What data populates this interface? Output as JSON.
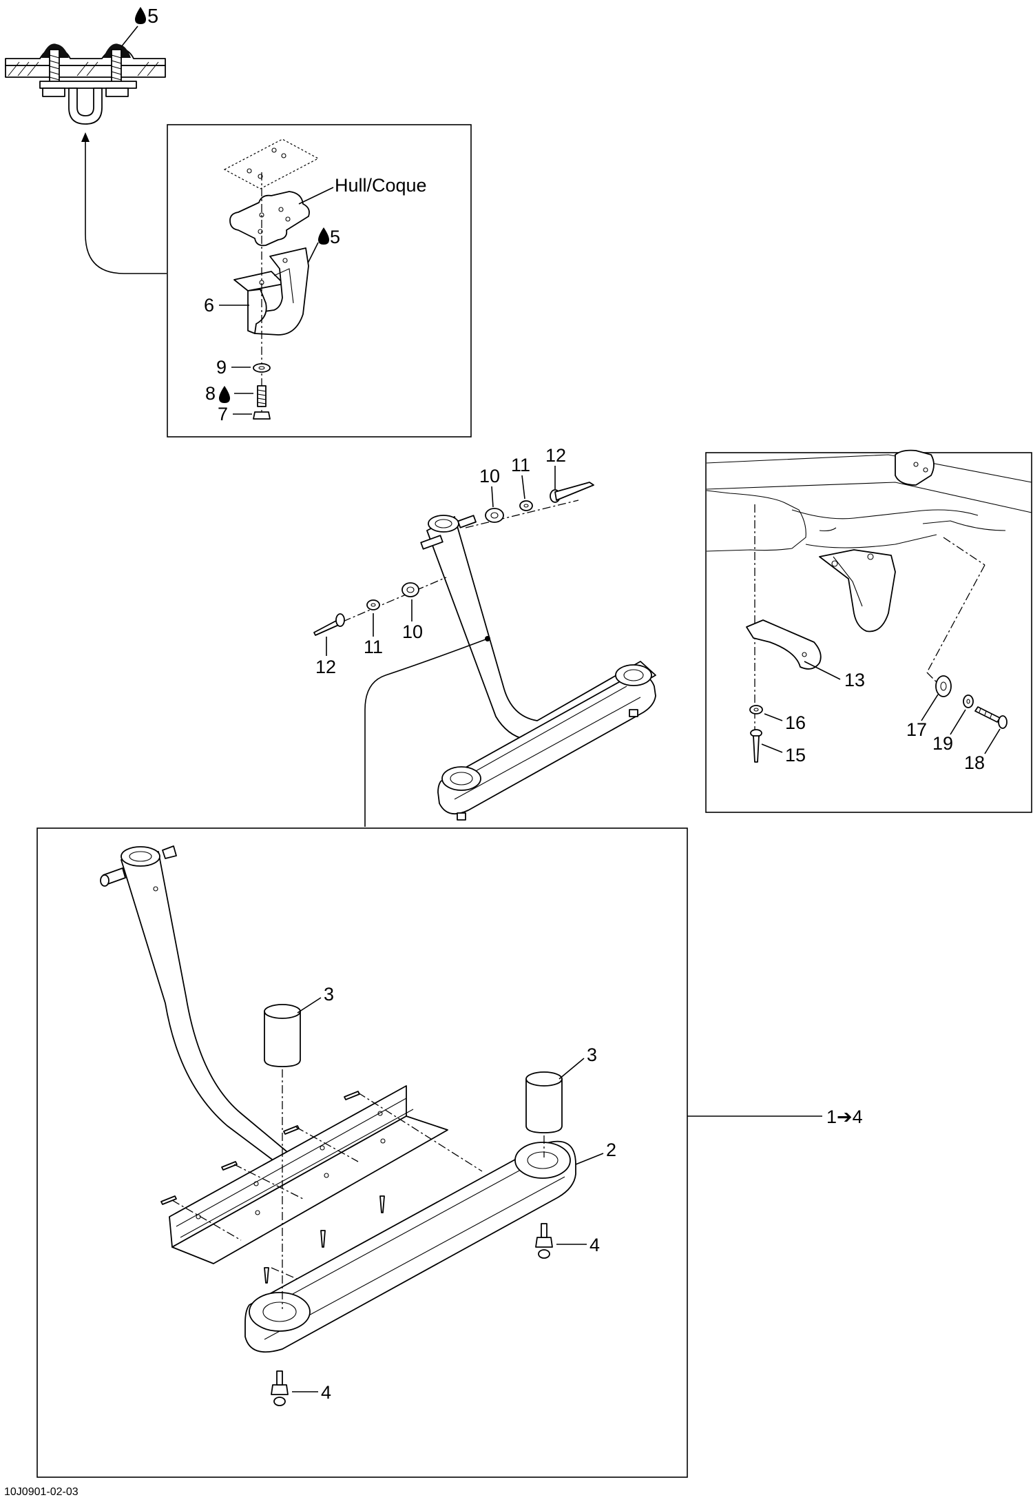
{
  "callouts": {
    "five_top": "5",
    "hull": "Hull/Coque",
    "five_inset": "5",
    "six": "6",
    "nine": "9",
    "eight": "8",
    "seven": "7",
    "ten_a": "10",
    "eleven_a": "11",
    "twelve_a": "12",
    "twelve_b": "12",
    "eleven_b": "11",
    "ten_b": "10",
    "thirteen": "13",
    "sixteen": "16",
    "fifteen": "15",
    "seventeen": "17",
    "nineteen": "19",
    "eighteen": "18",
    "three_a": "3",
    "three_b": "3",
    "two": "2",
    "four_a": "4",
    "four_b": "4",
    "range": "1➔4"
  },
  "icons": {
    "sealant": "sealant-drop-icon"
  },
  "footer": {
    "diagram_code": "10J0901-02-03"
  }
}
